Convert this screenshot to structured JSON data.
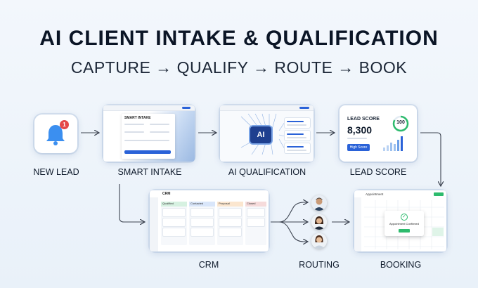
{
  "title": "AI CLIENT INTAKE & QUALIFICATION",
  "subtitle": "CAPTURE → QUALIFY → ROUTE → BOOK",
  "colors": {
    "accent": "#2a62d8",
    "bell": "#3b8ff0",
    "badge": "#e44848",
    "score_ring": "#2dbb6d",
    "arrow": "#3c4350"
  },
  "steps": {
    "new_lead": {
      "label": "NEW LEAD",
      "badge": "1",
      "icon": "bell-icon"
    },
    "smart_intake": {
      "label": "SMART INTAKE",
      "form_title": "SMART INTAKE"
    },
    "ai_qualification": {
      "label": "AI QUALIFICATION",
      "chip": "AI"
    },
    "lead_score": {
      "label": "LEAD SCORE",
      "card_title": "LEAD SCORE",
      "score": "8,300",
      "ring_value": "100",
      "badge": "High Score"
    },
    "crm": {
      "label": "CRM",
      "app_title": "CRM",
      "columns": [
        "Qualified",
        "Contacted",
        "Proposal",
        "Closed"
      ]
    },
    "routing": {
      "label": "ROUTING"
    },
    "booking": {
      "label": "BOOKING",
      "app_title": "Appointment",
      "confirm_text": "Appointment Confirmed"
    }
  }
}
